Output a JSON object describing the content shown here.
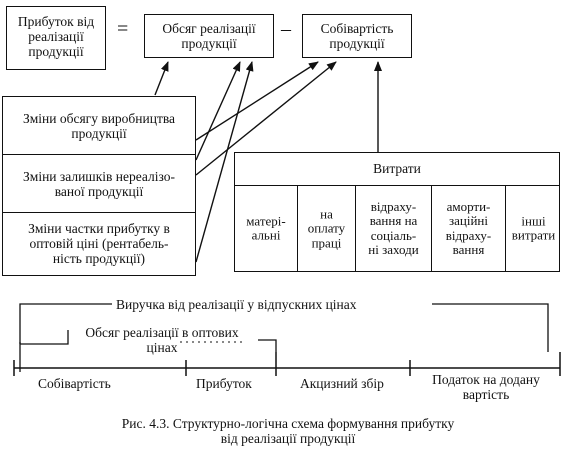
{
  "top_boxes": {
    "profit": "Прибуток від\nреалізації\nпродукції",
    "sales_volume": "Обсяг реалізації\nпродукції",
    "cost": "Собівартість\nпродукції"
  },
  "symbols": {
    "equals": "=",
    "minus": "–"
  },
  "factors": [
    "Зміни обсягу виробництва\nпродукції",
    "Зміни залишків нереалізо-\nваної продукції",
    "Зміни частки прибутку в\nоптовій ціні (рентабель-\nність продукції)"
  ],
  "expenses": {
    "header": "Витрати",
    "items": [
      "матері-\nальні",
      "на\nоплату\nпраці",
      "відраху-\nвання на\nсоціаль-\nні заходи",
      "аморти-\nзаційні\nвідраху-\nвання",
      "інші\nвитрати"
    ]
  },
  "revenue": {
    "total_label": "Виручка від реалізації у відпускних цінах",
    "wholesale_label": "Обсяг реалізації в оптових\nцінах",
    "segments": [
      "Собівартість",
      "Прибуток",
      "Акцизний збір",
      "Податок на додану\nвартість"
    ]
  },
  "caption": "Рис. 4.3. Структурно-логічна схема формування прибутку\nвід реалізації продукції"
}
